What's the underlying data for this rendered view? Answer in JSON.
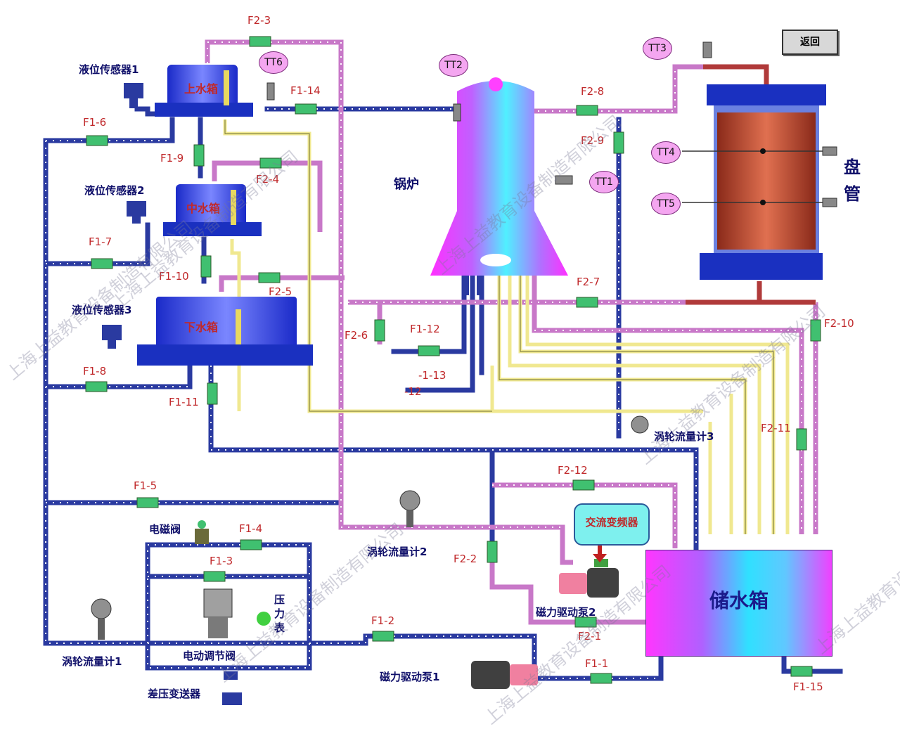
{
  "return_button": "返回",
  "tanks": {
    "upper": "上水箱",
    "middle": "中水箱",
    "lower": "下水箱",
    "storage": "储水箱"
  },
  "boiler_label": "锅炉",
  "coil_label_1": "盘",
  "coil_label_2": "管",
  "level_sensors": [
    "液位传感器1",
    "液位传感器2",
    "液位传感器3"
  ],
  "temp_sensors": [
    "TT1",
    "TT2",
    "TT3",
    "TT4",
    "TT5",
    "TT6"
  ],
  "valves": {
    "f1_1": "F1-1",
    "f1_2": "F1-2",
    "f1_3": "F1-3",
    "f1_4": "F1-4",
    "f1_5": "F1-5",
    "f1_6": "F1-6",
    "f1_7": "F1-7",
    "f1_8": "F1-8",
    "f1_9": "F1-9",
    "f1_10": "F1-10",
    "f1_11": "F1-11",
    "f1_12": "F1-12",
    "f1_13": "-1-13",
    "f1_12b": "-12",
    "f1_14": "F1-14",
    "f1_15": "F1-15",
    "f2_1": "F2-1",
    "f2_2": "F2-2",
    "f2_3": "F2-3",
    "f2_4": "F2-4",
    "f2_5": "F2-5",
    "f2_6": "F2-6",
    "f2_7": "F2-7",
    "f2_8": "F2-8",
    "f2_9": "F2-9",
    "f2_10": "F2-10",
    "f2_11": "F2-11",
    "f2_12": "F2-12"
  },
  "devices": {
    "flowmeter_1": "涡轮流量计1",
    "flowmeter_2": "涡轮流量计2",
    "flowmeter_3": "涡轮流量计3",
    "solenoid_valve": "电磁阀",
    "electric_valve": "电动调节阀",
    "dp_transmitter": "差压变送器",
    "pressure_gauge_1": "压",
    "pressure_gauge_2": "力",
    "pressure_gauge_3": "表",
    "pump_1": "磁力驱动泵1",
    "pump_2": "磁力驱动泵2",
    "inverter": "交流变频器"
  },
  "watermarks": [
    "上海上益教育设备制造有限公司",
    "上海上益教育设备制造有限公司",
    "上海上益教育设备制造有限公司",
    "上海上益教育设备制造有限公司",
    "上海上益教育设备制造有限公司",
    "上海上益教育设备制造有限公司",
    "上海上益教育设"
  ],
  "colors": {
    "blue_pipe": "#2a3aa0",
    "pink_pipe": "#c878c8",
    "yellow_pipe": "#f0e890",
    "red_pipe": "#b03a3a",
    "tank_blue": "#1a30c0",
    "valve_green": "#40c070"
  }
}
